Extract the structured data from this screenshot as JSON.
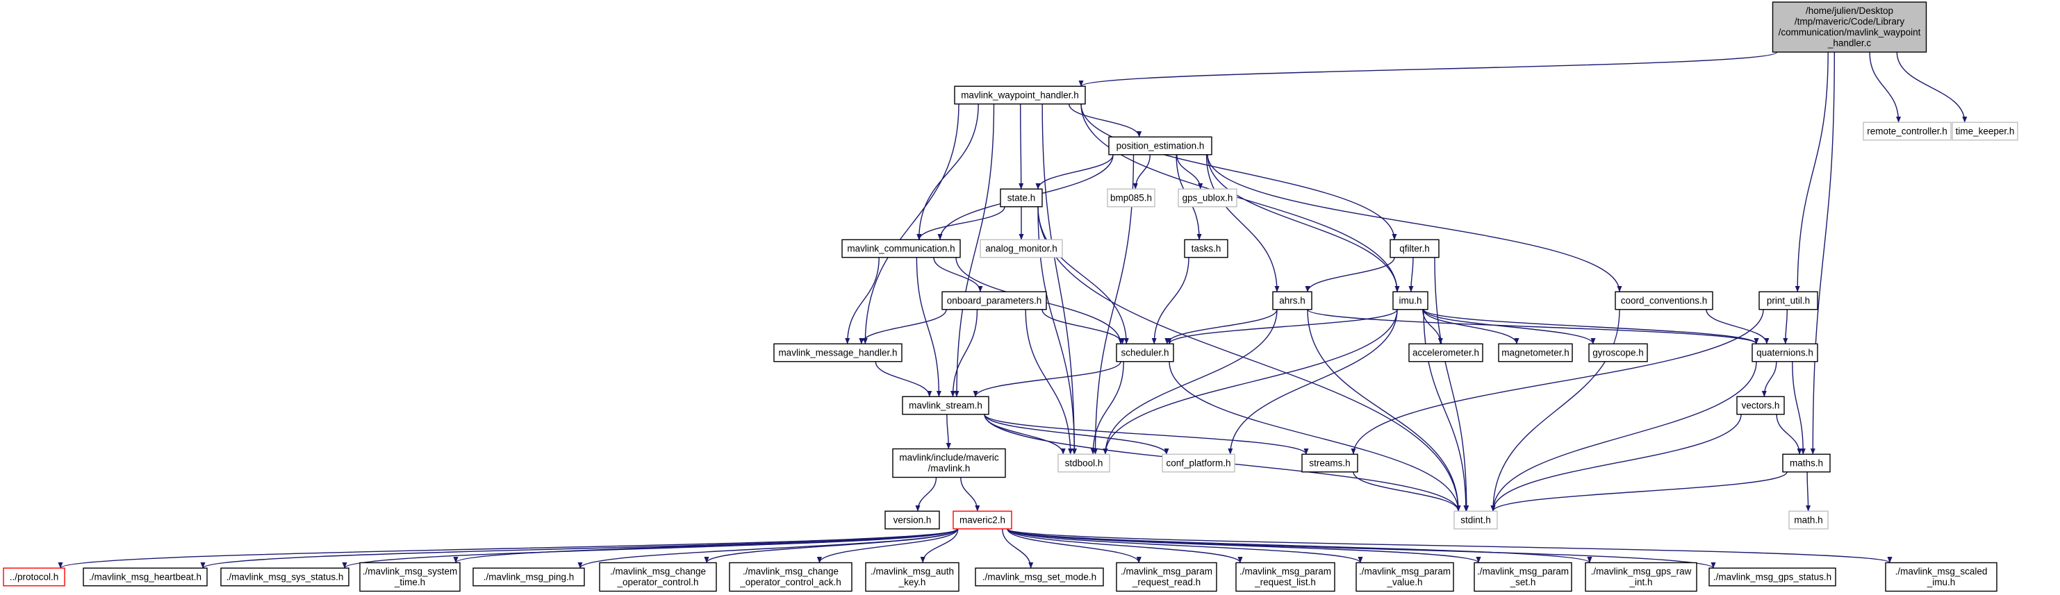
{
  "colors": {
    "edge": "#191970",
    "node_border": "#000000",
    "external_border": "#bfbfbf",
    "truncated_border": "#ff0000",
    "root_fill": "#bfbfbf",
    "node_fill": "#ffffff"
  },
  "nodes": {
    "root": {
      "lines": [
        "/home/julien/Desktop",
        "/tmp/maveric/Code/Library",
        "/communication/mavlink_waypoint",
        "_handler.c"
      ],
      "kind": "root"
    },
    "mavlink_waypoint_handler_h": {
      "lines": [
        "mavlink_waypoint_handler.h"
      ],
      "kind": "normal"
    },
    "remote_controller_h": {
      "lines": [
        "remote_controller.h"
      ],
      "kind": "external"
    },
    "time_keeper_h": {
      "lines": [
        "time_keeper.h"
      ],
      "kind": "external"
    },
    "position_estimation_h": {
      "lines": [
        "position_estimation.h"
      ],
      "kind": "normal"
    },
    "state_h": {
      "lines": [
        "state.h"
      ],
      "kind": "normal"
    },
    "bmp085_h": {
      "lines": [
        "bmp085.h"
      ],
      "kind": "external"
    },
    "gps_ublox_h": {
      "lines": [
        "gps_ublox.h"
      ],
      "kind": "external"
    },
    "analog_monitor_h": {
      "lines": [
        "analog_monitor.h"
      ],
      "kind": "external"
    },
    "tasks_h": {
      "lines": [
        "tasks.h"
      ],
      "kind": "normal"
    },
    "mavlink_communication_h": {
      "lines": [
        "mavlink_communication.h"
      ],
      "kind": "normal"
    },
    "qfilter_h": {
      "lines": [
        "qfilter.h"
      ],
      "kind": "normal"
    },
    "coord_conventions_h": {
      "lines": [
        "coord_conventions.h"
      ],
      "kind": "normal"
    },
    "print_util_h": {
      "lines": [
        "print_util.h"
      ],
      "kind": "normal"
    },
    "onboard_parameters_h": {
      "lines": [
        "onboard_parameters.h"
      ],
      "kind": "normal"
    },
    "ahrs_h": {
      "lines": [
        "ahrs.h"
      ],
      "kind": "normal"
    },
    "imu_h": {
      "lines": [
        "imu.h"
      ],
      "kind": "normal"
    },
    "mavlink_message_handler_h": {
      "lines": [
        "mavlink_message_handler.h"
      ],
      "kind": "normal"
    },
    "scheduler_h": {
      "lines": [
        "scheduler.h"
      ],
      "kind": "normal"
    },
    "accelerometer_h": {
      "lines": [
        "accelerometer.h"
      ],
      "kind": "normal"
    },
    "magnetometer_h": {
      "lines": [
        "magnetometer.h"
      ],
      "kind": "normal"
    },
    "gyroscope_h": {
      "lines": [
        "gyroscope.h"
      ],
      "kind": "normal"
    },
    "quaternions_h": {
      "lines": [
        "quaternions.h"
      ],
      "kind": "normal"
    },
    "mavlink_stream_h": {
      "lines": [
        "mavlink_stream.h"
      ],
      "kind": "normal"
    },
    "vectors_h": {
      "lines": [
        "vectors.h"
      ],
      "kind": "normal"
    },
    "mavlink_include_h": {
      "lines": [
        "mavlink/include/maveric",
        "/mavlink.h"
      ],
      "kind": "normal"
    },
    "stdbool_h": {
      "lines": [
        "stdbool.h"
      ],
      "kind": "external"
    },
    "conf_platform_h": {
      "lines": [
        "conf_platform.h"
      ],
      "kind": "external"
    },
    "streams_h": {
      "lines": [
        "streams.h"
      ],
      "kind": "normal"
    },
    "maths_h": {
      "lines": [
        "maths.h"
      ],
      "kind": "normal"
    },
    "version_h": {
      "lines": [
        "version.h"
      ],
      "kind": "normal"
    },
    "maveric2_h": {
      "lines": [
        "maveric2.h"
      ],
      "kind": "truncated"
    },
    "stdint_h": {
      "lines": [
        "stdint.h"
      ],
      "kind": "external"
    },
    "math_h": {
      "lines": [
        "math.h"
      ],
      "kind": "external"
    },
    "protocol_h": {
      "lines": [
        "../protocol.h"
      ],
      "kind": "truncated"
    },
    "msg_heartbeat_h": {
      "lines": [
        "./mavlink_msg_heartbeat.h"
      ],
      "kind": "normal"
    },
    "msg_sys_status_h": {
      "lines": [
        "./mavlink_msg_sys_status.h"
      ],
      "kind": "normal"
    },
    "msg_system_time_h": {
      "lines": [
        "./mavlink_msg_system",
        "_time.h"
      ],
      "kind": "normal"
    },
    "msg_ping_h": {
      "lines": [
        "./mavlink_msg_ping.h"
      ],
      "kind": "normal"
    },
    "msg_change_operator_control_h": {
      "lines": [
        "./mavlink_msg_change",
        "_operator_control.h"
      ],
      "kind": "normal"
    },
    "msg_change_operator_control_ack_h": {
      "lines": [
        "./mavlink_msg_change",
        "_operator_control_ack.h"
      ],
      "kind": "normal"
    },
    "msg_auth_key_h": {
      "lines": [
        "./mavlink_msg_auth",
        "_key.h"
      ],
      "kind": "normal"
    },
    "msg_set_mode_h": {
      "lines": [
        "./mavlink_msg_set_mode.h"
      ],
      "kind": "normal"
    },
    "msg_param_request_read_h": {
      "lines": [
        "./mavlink_msg_param",
        "_request_read.h"
      ],
      "kind": "normal"
    },
    "msg_param_request_list_h": {
      "lines": [
        "./mavlink_msg_param",
        "_request_list.h"
      ],
      "kind": "normal"
    },
    "msg_param_value_h": {
      "lines": [
        "./mavlink_msg_param",
        "_value.h"
      ],
      "kind": "normal"
    },
    "msg_param_set_h": {
      "lines": [
        "./mavlink_msg_param",
        "_set.h"
      ],
      "kind": "normal"
    },
    "msg_gps_raw_int_h": {
      "lines": [
        "./mavlink_msg_gps_raw",
        "_int.h"
      ],
      "kind": "normal"
    },
    "msg_gps_status_h": {
      "lines": [
        "./mavlink_msg_gps_status.h"
      ],
      "kind": "normal"
    },
    "msg_scaled_imu_h": {
      "lines": [
        "./mavlink_msg_scaled",
        "_imu.h"
      ],
      "kind": "normal"
    }
  },
  "edges": [
    [
      "root",
      "mavlink_waypoint_handler_h"
    ],
    [
      "root",
      "remote_controller_h"
    ],
    [
      "root",
      "time_keeper_h"
    ],
    [
      "root",
      "print_util_h"
    ],
    [
      "root",
      "maths_h"
    ],
    [
      "mavlink_waypoint_handler_h",
      "position_estimation_h"
    ],
    [
      "mavlink_waypoint_handler_h",
      "state_h"
    ],
    [
      "mavlink_waypoint_handler_h",
      "mavlink_communication_h"
    ],
    [
      "mavlink_waypoint_handler_h",
      "qfilter_h"
    ],
    [
      "mavlink_waypoint_handler_h",
      "imu_h"
    ],
    [
      "mavlink_waypoint_handler_h",
      "mavlink_message_handler_h"
    ],
    [
      "mavlink_waypoint_handler_h",
      "mavlink_stream_h"
    ],
    [
      "mavlink_waypoint_handler_h",
      "stdbool_h"
    ],
    [
      "position_estimation_h",
      "state_h"
    ],
    [
      "position_estimation_h",
      "bmp085_h"
    ],
    [
      "position_estimation_h",
      "gps_ublox_h"
    ],
    [
      "position_estimation_h",
      "tasks_h"
    ],
    [
      "position_estimation_h",
      "mavlink_communication_h"
    ],
    [
      "position_estimation_h",
      "coord_conventions_h"
    ],
    [
      "position_estimation_h",
      "ahrs_h"
    ],
    [
      "position_estimation_h",
      "imu_h"
    ],
    [
      "position_estimation_h",
      "stdbool_h"
    ],
    [
      "state_h",
      "analog_monitor_h"
    ],
    [
      "state_h",
      "mavlink_communication_h"
    ],
    [
      "state_h",
      "scheduler_h"
    ],
    [
      "state_h",
      "stdbool_h"
    ],
    [
      "state_h",
      "stdint_h"
    ],
    [
      "tasks_h",
      "scheduler_h"
    ],
    [
      "mavlink_communication_h",
      "onboard_parameters_h"
    ],
    [
      "mavlink_communication_h",
      "mavlink_message_handler_h"
    ],
    [
      "mavlink_communication_h",
      "mavlink_stream_h"
    ],
    [
      "mavlink_communication_h",
      "scheduler_h"
    ],
    [
      "qfilter_h",
      "ahrs_h"
    ],
    [
      "qfilter_h",
      "imu_h"
    ],
    [
      "qfilter_h",
      "stdint_h"
    ],
    [
      "coord_conventions_h",
      "quaternions_h"
    ],
    [
      "coord_conventions_h",
      "stdint_h"
    ],
    [
      "print_util_h",
      "quaternions_h"
    ],
    [
      "print_util_h",
      "streams_h"
    ],
    [
      "onboard_parameters_h",
      "mavlink_message_handler_h"
    ],
    [
      "onboard_parameters_h",
      "mavlink_stream_h"
    ],
    [
      "onboard_parameters_h",
      "scheduler_h"
    ],
    [
      "onboard_parameters_h",
      "stdbool_h"
    ],
    [
      "ahrs_h",
      "scheduler_h"
    ],
    [
      "ahrs_h",
      "quaternions_h"
    ],
    [
      "ahrs_h",
      "stdbool_h"
    ],
    [
      "ahrs_h",
      "stdint_h"
    ],
    [
      "imu_h",
      "scheduler_h"
    ],
    [
      "imu_h",
      "accelerometer_h"
    ],
    [
      "imu_h",
      "magnetometer_h"
    ],
    [
      "imu_h",
      "gyroscope_h"
    ],
    [
      "imu_h",
      "quaternions_h"
    ],
    [
      "imu_h",
      "stdbool_h"
    ],
    [
      "imu_h",
      "conf_platform_h"
    ],
    [
      "imu_h",
      "stdint_h"
    ],
    [
      "mavlink_message_handler_h",
      "mavlink_stream_h"
    ],
    [
      "scheduler_h",
      "mavlink_stream_h"
    ],
    [
      "scheduler_h",
      "stdbool_h"
    ],
    [
      "scheduler_h",
      "stdint_h"
    ],
    [
      "quaternions_h",
      "vectors_h"
    ],
    [
      "quaternions_h",
      "maths_h"
    ],
    [
      "quaternions_h",
      "stdint_h"
    ],
    [
      "vectors_h",
      "maths_h"
    ],
    [
      "vectors_h",
      "stdint_h"
    ],
    [
      "mavlink_stream_h",
      "mavlink_include_h"
    ],
    [
      "mavlink_stream_h",
      "stdbool_h"
    ],
    [
      "mavlink_stream_h",
      "conf_platform_h"
    ],
    [
      "mavlink_stream_h",
      "streams_h"
    ],
    [
      "mavlink_stream_h",
      "stdint_h"
    ],
    [
      "mavlink_include_h",
      "version_h"
    ],
    [
      "mavlink_include_h",
      "maveric2_h"
    ],
    [
      "streams_h",
      "stdint_h"
    ],
    [
      "maths_h",
      "stdint_h"
    ],
    [
      "maths_h",
      "math_h"
    ],
    [
      "maveric2_h",
      "protocol_h"
    ],
    [
      "maveric2_h",
      "msg_heartbeat_h"
    ],
    [
      "maveric2_h",
      "msg_sys_status_h"
    ],
    [
      "maveric2_h",
      "msg_system_time_h"
    ],
    [
      "maveric2_h",
      "msg_ping_h"
    ],
    [
      "maveric2_h",
      "msg_change_operator_control_h"
    ],
    [
      "maveric2_h",
      "msg_change_operator_control_ack_h"
    ],
    [
      "maveric2_h",
      "msg_auth_key_h"
    ],
    [
      "maveric2_h",
      "msg_set_mode_h"
    ],
    [
      "maveric2_h",
      "msg_param_request_read_h"
    ],
    [
      "maveric2_h",
      "msg_param_request_list_h"
    ],
    [
      "maveric2_h",
      "msg_param_value_h"
    ],
    [
      "maveric2_h",
      "msg_param_set_h"
    ],
    [
      "maveric2_h",
      "msg_gps_raw_int_h"
    ],
    [
      "maveric2_h",
      "msg_gps_status_h"
    ],
    [
      "maveric2_h",
      "msg_scaled_imu_h"
    ]
  ]
}
